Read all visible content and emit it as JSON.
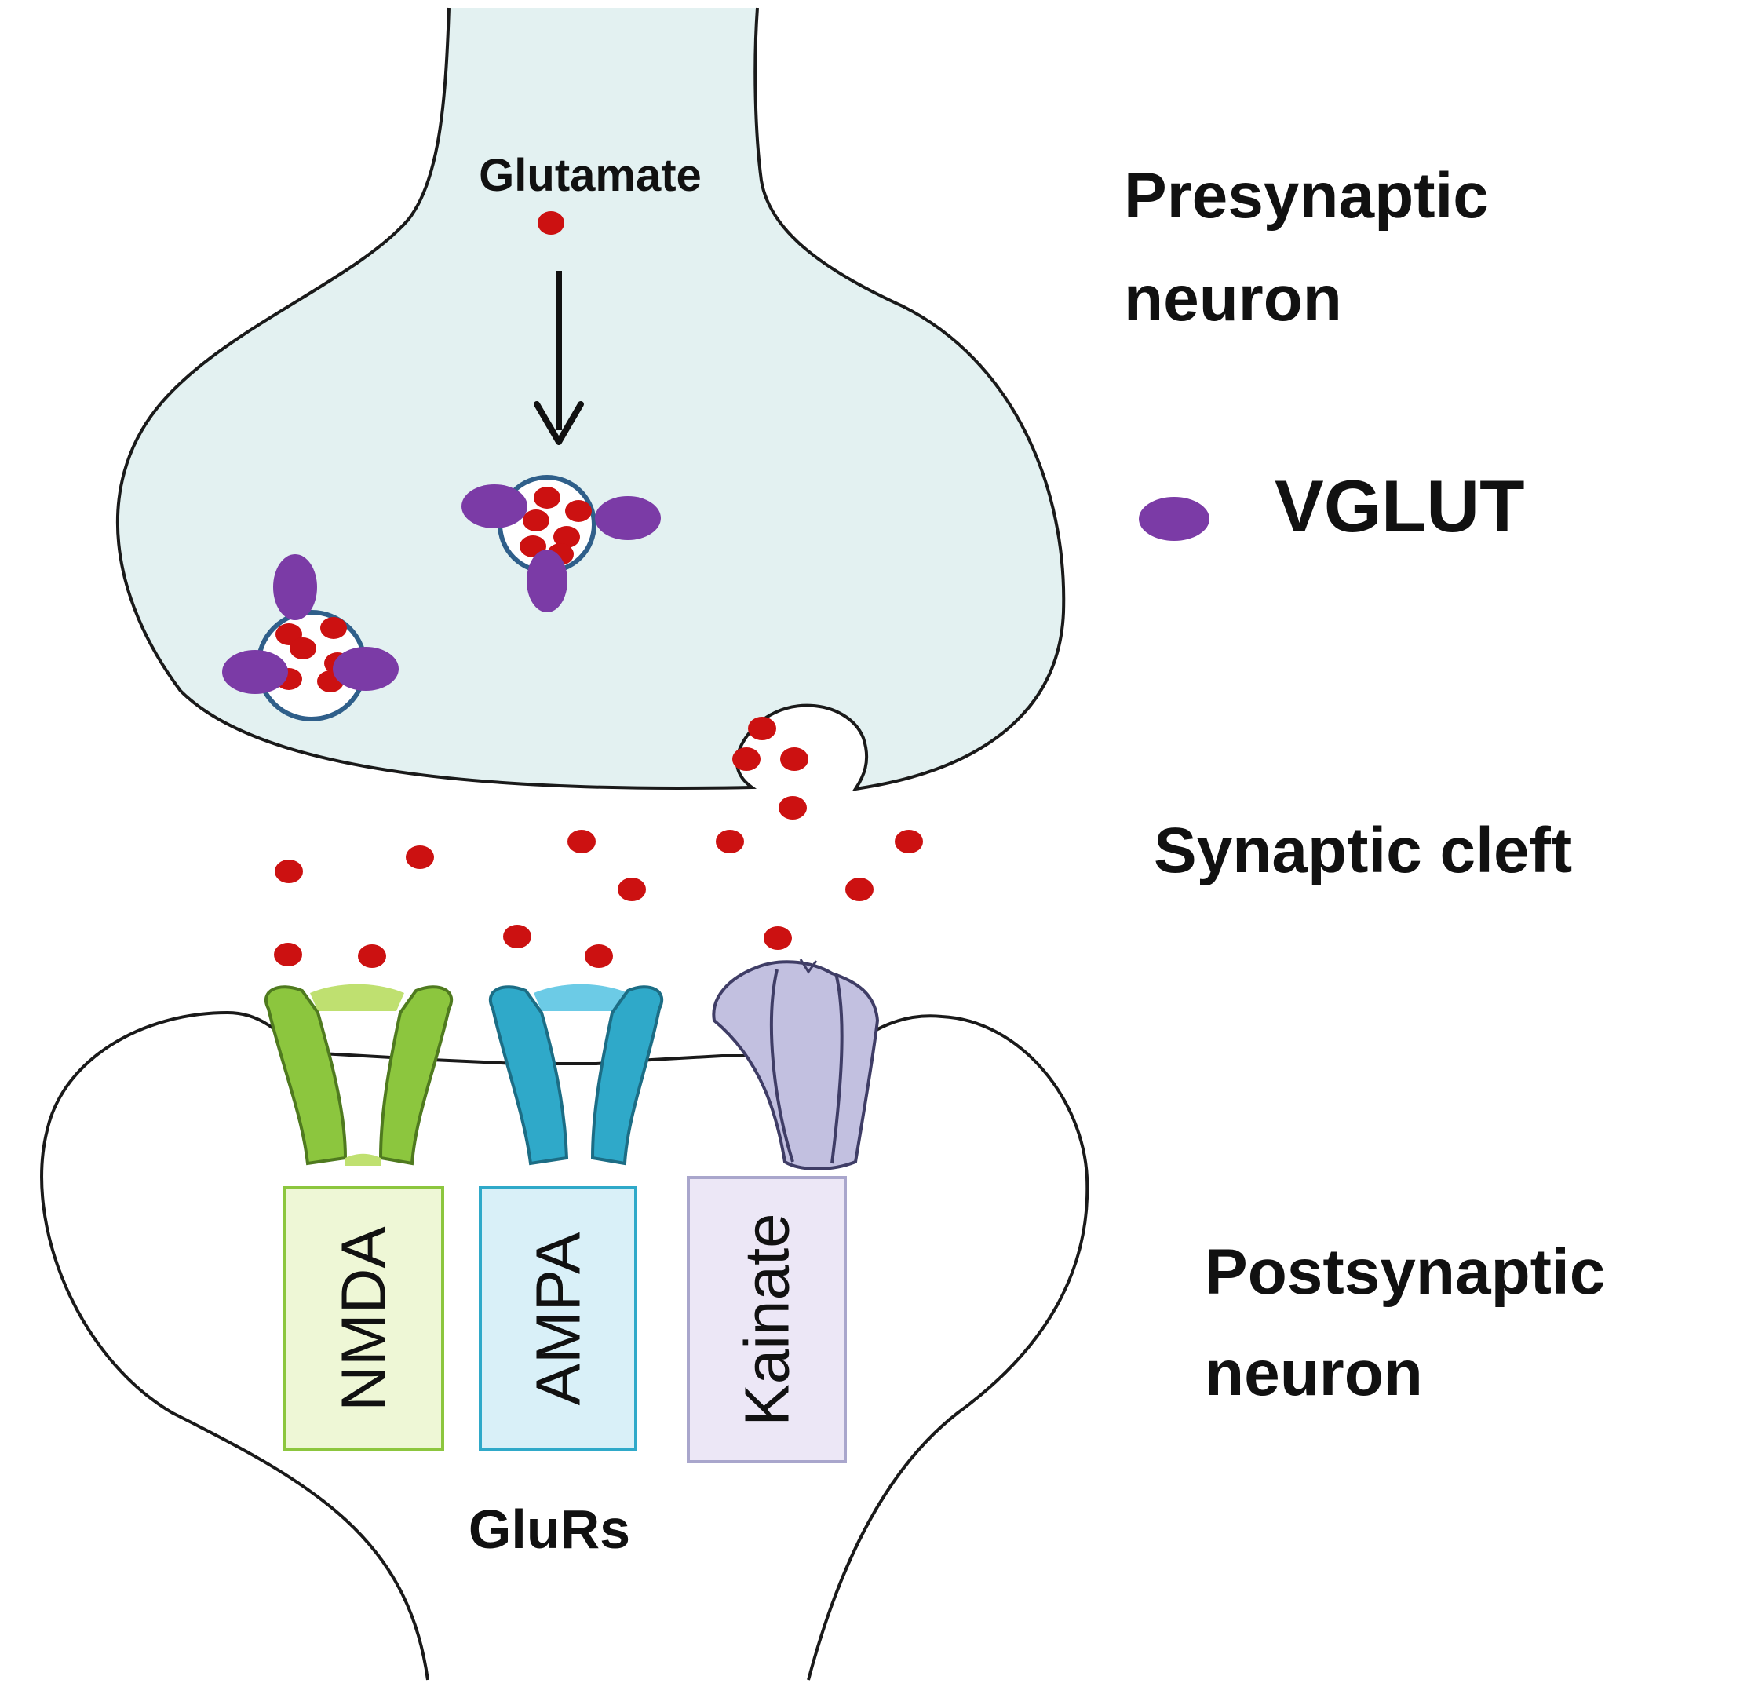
{
  "labels": {
    "glutamate": "Glutamate",
    "presynaptic_line1": "Presynaptic",
    "presynaptic_line2": "neuron",
    "vglut": "VGLUT",
    "synaptic_cleft": "Synaptic cleft",
    "postsynaptic_line1": "Postsynaptic",
    "postsynaptic_line2": "neuron",
    "glurs": "GluRs"
  },
  "receptors": [
    {
      "name": "NMDA",
      "color": "#8cc63e",
      "box_fill": "#eef7d6"
    },
    {
      "name": "AMPA",
      "color": "#2fa9c9",
      "box_fill": "#d9f0f8"
    },
    {
      "name": "Kainate",
      "color": "#a9a6cc",
      "box_fill": "#ece7f6"
    }
  ],
  "colors": {
    "presynaptic_fill": "#e3f1f1",
    "glutamate": "#cc1111",
    "vglut": "#7b3ba6",
    "vesicle_stroke": "#2f5f8a",
    "outline": "#1a1a1a"
  }
}
